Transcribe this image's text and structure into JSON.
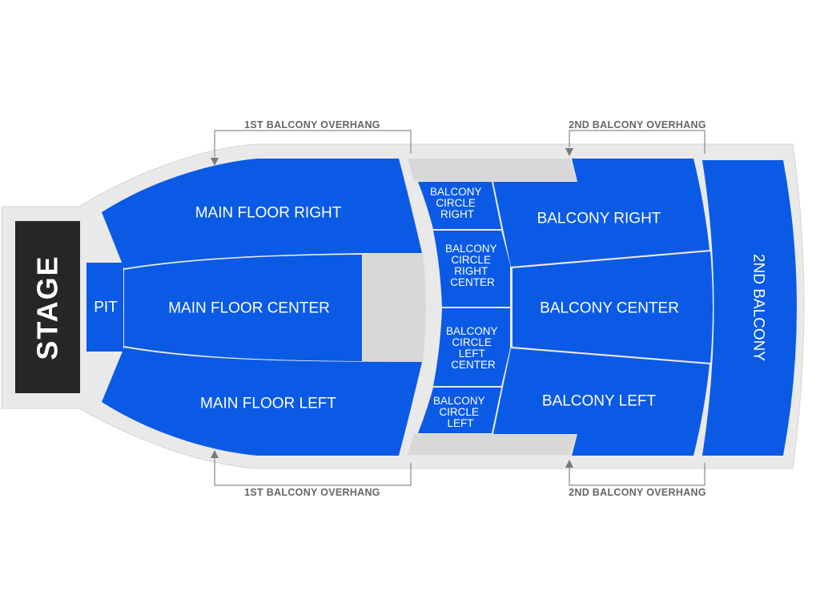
{
  "colors": {
    "section": "#0a5ae6",
    "outline": "#e9e9e9",
    "outline_stroke": "#d6d6d6",
    "overhang": "#d8d8d8",
    "stage": "#262626",
    "note_text": "#666666"
  },
  "stage": {
    "label": "STAGE"
  },
  "sections": {
    "pit": "PIT",
    "main_floor_right": "MAIN FLOOR RIGHT",
    "main_floor_center": "MAIN FLOOR CENTER",
    "main_floor_left": "MAIN FLOOR LEFT",
    "balcony_circle_right": [
      "BALCONY",
      "CIRCLE",
      "RIGHT"
    ],
    "balcony_circle_right_center": [
      "BALCONY",
      "CIRCLE",
      "RIGHT",
      "CENTER"
    ],
    "balcony_circle_left_center": [
      "BALCONY",
      "CIRCLE",
      "LEFT",
      "CENTER"
    ],
    "balcony_circle_left": [
      "BALCONY",
      "CIRCLE",
      "LEFT"
    ],
    "balcony_right": "BALCONY RIGHT",
    "balcony_center": "BALCONY CENTER",
    "balcony_left": "BALCONY LEFT",
    "second_balcony": "2ND BALCONY"
  },
  "annotations": {
    "first_overhang_top": "1ST BALCONY OVERHANG",
    "second_overhang_top": "2ND BALCONY OVERHANG",
    "first_overhang_bottom": "1ST BALCONY OVERHANG",
    "second_overhang_bottom": "2ND BALCONY OVERHANG"
  }
}
